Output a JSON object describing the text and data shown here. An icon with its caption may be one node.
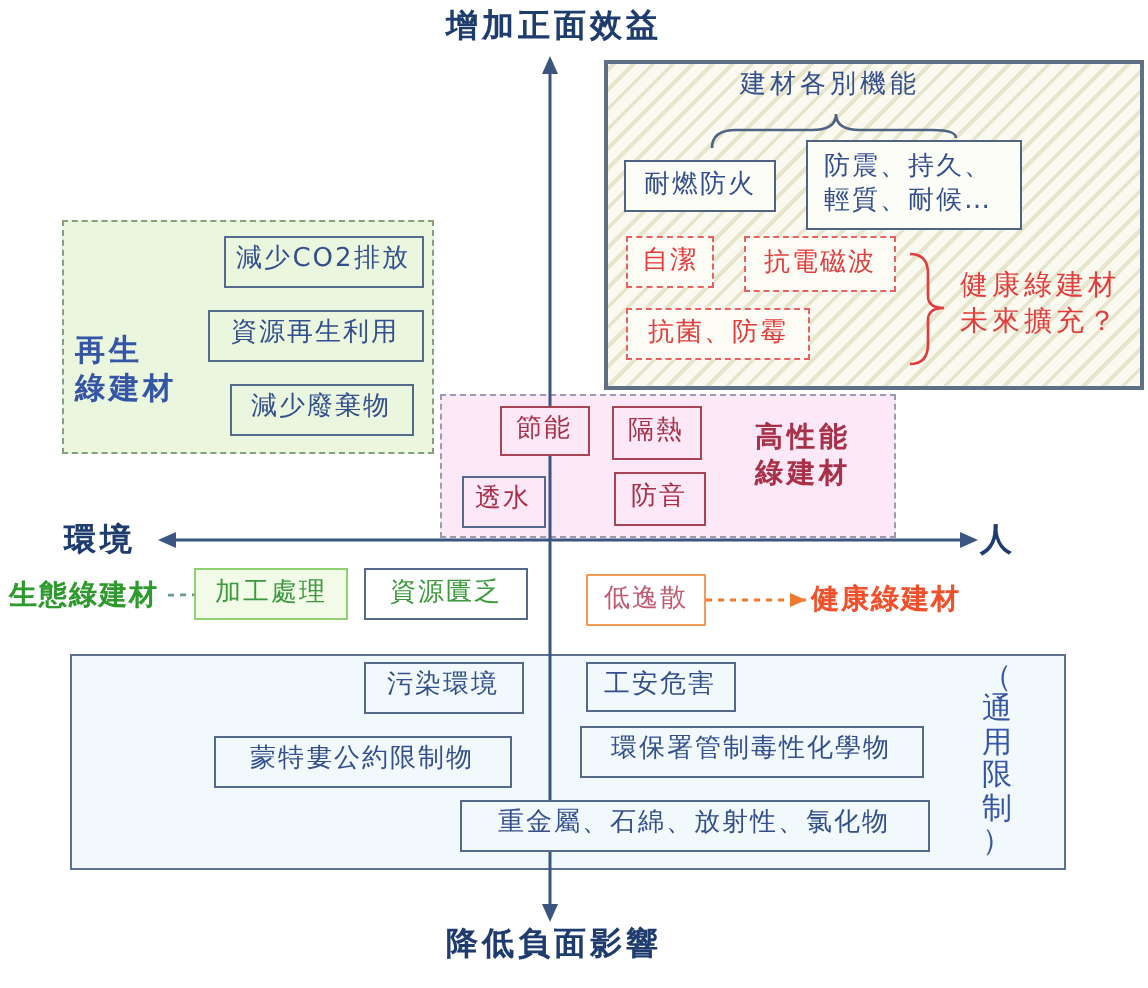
{
  "diagram": {
    "nodes": [
      {
        "text": [
          "建材各別機能",
          "健康綠建材未來擴充？"
        ]
      },
      {
        "text": [
          "耐燃防火"
        ],
        "in": 0
      },
      {
        "text": [
          "防震、持久、輕質、耐候…"
        ],
        "in": 0
      },
      {
        "text": [
          "自潔"
        ],
        "in": 0
      },
      {
        "text": [
          "抗電磁波"
        ],
        "in": 0
      },
      {
        "text": [
          "抗菌、防霉"
        ],
        "in": 0
      },
      {
        "text": [
          "再生綠建材"
        ]
      },
      {
        "text": [
          "減少CO2排放"
        ],
        "in": 6
      },
      {
        "text": [
          "資源再生利用"
        ],
        "in": 6
      },
      {
        "text": [
          "減少廢棄物"
        ],
        "in": 6
      },
      {
        "text": [
          "高性能綠建材"
        ]
      },
      {
        "text": [
          "節能"
        ],
        "in": 10
      },
      {
        "text": [
          "隔熱"
        ],
        "in": 10
      },
      {
        "text": [
          "透水"
        ],
        "in": 10
      },
      {
        "text": [
          "防音"
        ],
        "in": 10
      },
      {
        "text": [
          "生態綠建材"
        ]
      },
      {
        "text": [
          "加工處理"
        ]
      },
      {
        "text": [
          "資源匱乏"
        ]
      },
      {
        "text": [
          "低逸散"
        ]
      },
      {
        "text": [
          "健康綠建材"
        ]
      },
      {
        "text": [
          "（通用限制）"
        ]
      },
      {
        "text": [
          "污染環境"
        ],
        "in": 20
      },
      {
        "text": [
          "工安危害"
        ],
        "in": 20
      },
      {
        "text": [
          "蒙特婁公約限制物"
        ],
        "in": 20
      },
      {
        "text": [
          "環保署管制毒性化學物"
        ],
        "in": 20
      },
      {
        "text": [
          "重金屬、石綿、放射性、氯化物"
        ],
        "in": 20
      }
    ],
    "edges": [
      {
        "from": 15,
        "to": 16,
        "arrow": "none",
        "style": "dashed",
        "color": "#6a9a8a"
      },
      {
        "from": 18,
        "to": 19,
        "arrow": "to",
        "style": "dashed",
        "color": "#f07a30"
      }
    ],
    "labels": [
      "增加正面效益",
      "環境",
      "人",
      "降低負面影響"
    ]
  }
}
